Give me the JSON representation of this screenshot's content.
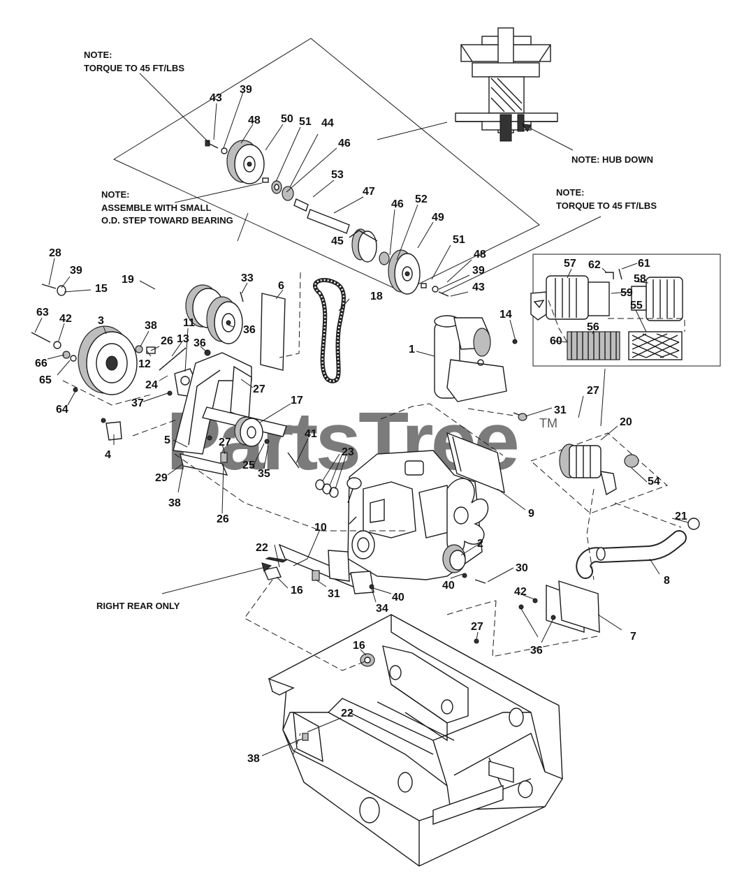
{
  "watermark": {
    "text": "PartsTree",
    "trademark": "TM"
  },
  "notes": {
    "torque_top": {
      "line1": "NOTE:",
      "line2": "TORQUE TO 45 FT/LBS"
    },
    "assemble": {
      "line1": "NOTE:",
      "line2": "ASSEMBLE WITH SMALL",
      "line3": "O.D. STEP TOWARD BEARING"
    },
    "hub_down": {
      "line1": "NOTE: HUB DOWN"
    },
    "torque_right": {
      "line1": "NOTE:",
      "line2": "TORQUE TO 45 FT/LBS"
    },
    "right_rear": {
      "line1": "RIGHT REAR ONLY"
    }
  },
  "callouts": [
    "43",
    "39",
    "48",
    "50",
    "51",
    "44",
    "46",
    "53",
    "47",
    "46",
    "52",
    "49",
    "45",
    "51",
    "48",
    "39",
    "43",
    "28",
    "39",
    "15",
    "19",
    "33",
    "6",
    "18",
    "63",
    "42",
    "3",
    "38",
    "26",
    "13",
    "36",
    "36",
    "66",
    "65",
    "12",
    "11",
    "24",
    "37",
    "27",
    "64",
    "4",
    "17",
    "5",
    "27",
    "29",
    "25",
    "35",
    "41",
    "23",
    "38",
    "26",
    "1",
    "14",
    "31",
    "27",
    "57",
    "62",
    "61",
    "58",
    "59",
    "56",
    "55",
    "60",
    "20",
    "54",
    "9",
    "21",
    "8",
    "10",
    "22",
    "16",
    "31",
    "34",
    "40",
    "2",
    "40",
    "30",
    "42",
    "36",
    "7",
    "27",
    "16",
    "22",
    "38"
  ]
}
